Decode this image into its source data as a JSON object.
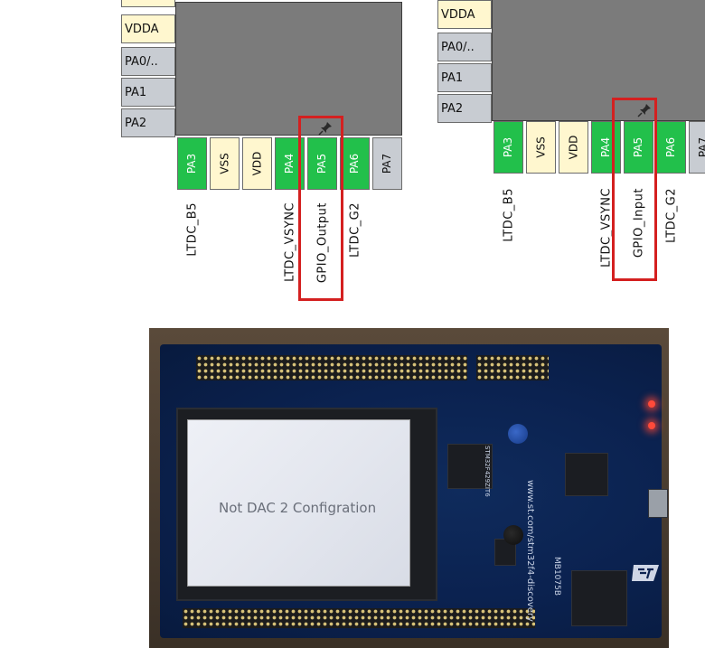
{
  "left_panel": {
    "left_pins": [
      "VDDA",
      "PA0/..",
      "PA1",
      "PA2"
    ],
    "bottom_pins": [
      "PA3",
      "VSS",
      "VDD",
      "PA4",
      "PA5",
      "PA6",
      "PA7"
    ],
    "signals": {
      "pa3": "LTDC_B5",
      "pa4": "LTDC_VSYNC",
      "pa5": "GPIO_Output",
      "pa6": "LTDC_G2"
    }
  },
  "right_panel": {
    "left_pins": [
      "VDDA",
      "PA0/..",
      "PA1",
      "PA2"
    ],
    "bottom_pins": [
      "PA3",
      "VSS",
      "VDD",
      "PA4",
      "PA5",
      "PA6",
      "PA7"
    ],
    "signals": {
      "pa3": "LTDC_B5",
      "pa4": "LTDC_VSYNC",
      "pa5": "GPIO_Input",
      "pa6": "LTDC_G2"
    }
  },
  "board": {
    "lcd_text": "Not DAC 2 Configration",
    "silk_url": "www.st.com/stm32f4-discovery",
    "model": "MB1075B",
    "chip_label": "STM32F429ZIT6"
  },
  "colors": {
    "highlight": "#d42020",
    "pin_green": "#22c04b",
    "pin_power": "#fff7cf",
    "pin_gray": "#c8ccd2"
  }
}
